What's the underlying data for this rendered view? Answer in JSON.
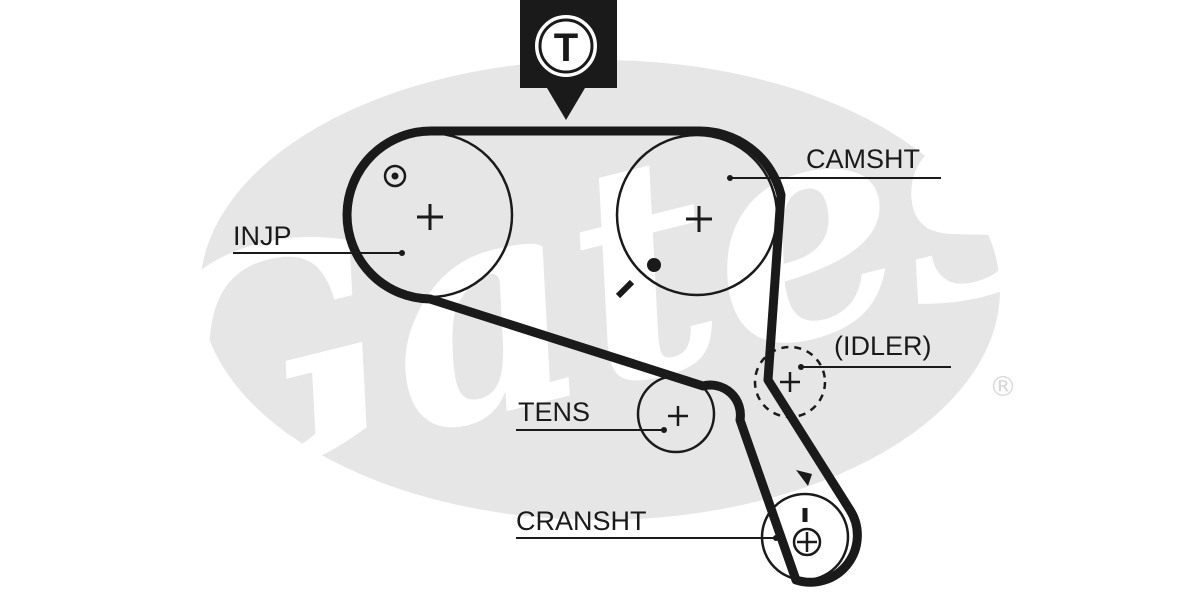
{
  "labels": {
    "timing_mark": "T",
    "camshaft": "CAMSHT",
    "injection_pump": "INJP",
    "idler": "(IDLER)",
    "tensioner": "TENS",
    "crankshaft": "CRANSHT"
  },
  "watermark": {
    "brand": "Gates",
    "registered": "®"
  },
  "colors": {
    "belt": "#1a1a1a",
    "watermark_oval": "#e6e6e6"
  }
}
